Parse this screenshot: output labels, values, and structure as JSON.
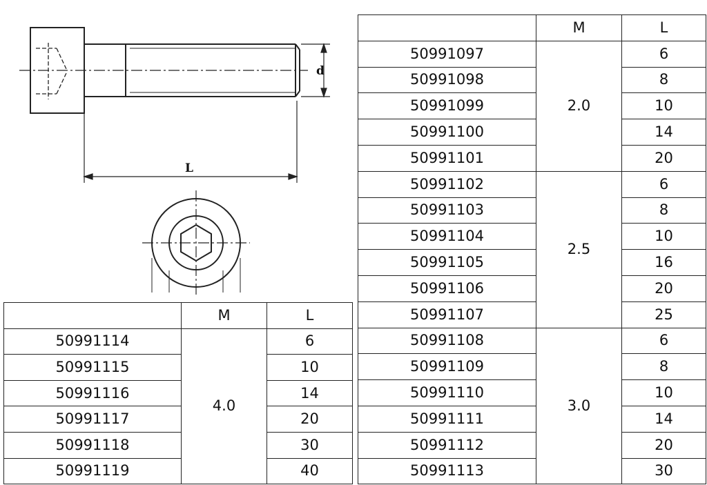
{
  "dimension_labels": {
    "d": "d",
    "L": "L"
  },
  "tables": {
    "right": {
      "headers": [
        "",
        "M",
        "L"
      ],
      "groups": [
        {
          "m": "2.0",
          "rows": [
            {
              "code": "50991097",
              "l": "6"
            },
            {
              "code": "50991098",
              "l": "8"
            },
            {
              "code": "50991099",
              "l": "10"
            },
            {
              "code": "50991100",
              "l": "14"
            },
            {
              "code": "50991101",
              "l": "20"
            }
          ]
        },
        {
          "m": "2.5",
          "rows": [
            {
              "code": "50991102",
              "l": "6"
            },
            {
              "code": "50991103",
              "l": "8"
            },
            {
              "code": "50991104",
              "l": "10"
            },
            {
              "code": "50991105",
              "l": "16"
            },
            {
              "code": "50991106",
              "l": "20"
            },
            {
              "code": "50991107",
              "l": "25"
            }
          ]
        },
        {
          "m": "3.0",
          "rows": [
            {
              "code": "50991108",
              "l": "6"
            },
            {
              "code": "50991109",
              "l": "8"
            },
            {
              "code": "50991110",
              "l": "10"
            },
            {
              "code": "50991111",
              "l": "14"
            },
            {
              "code": "50991112",
              "l": "20"
            },
            {
              "code": "50991113",
              "l": "30"
            }
          ]
        }
      ]
    },
    "left": {
      "headers": [
        "",
        "M",
        "L"
      ],
      "groups": [
        {
          "m": "4.0",
          "rows": [
            {
              "code": "50991114",
              "l": "6"
            },
            {
              "code": "50991115",
              "l": "10"
            },
            {
              "code": "50991116",
              "l": "14"
            },
            {
              "code": "50991117",
              "l": "20"
            },
            {
              "code": "50991118",
              "l": "30"
            },
            {
              "code": "50991119",
              "l": "40"
            }
          ]
        }
      ]
    }
  }
}
